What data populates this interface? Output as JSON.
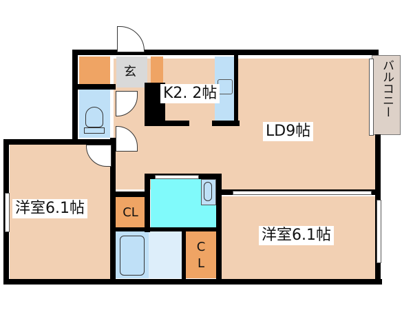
{
  "floorplan": {
    "rooms": {
      "kitchen": {
        "label": "K2. 2帖"
      },
      "ld": {
        "label": "LD9帖"
      },
      "western_room_left": {
        "label": "洋室6.1帖"
      },
      "western_room_right": {
        "label": "洋室6.1帖"
      },
      "entrance": {
        "label": "玄"
      },
      "balcony": {
        "label": "バルコニー"
      },
      "closet_left": {
        "label": "CL"
      },
      "closet_bottom": {
        "label_top": "C",
        "label_bottom": "L"
      }
    },
    "colors": {
      "floor": "#f2d0b3",
      "closet": "#efa464",
      "wet_area": "#bfe0f7",
      "washroom": "#80fafb",
      "entrance": "#d9d9d9",
      "balcony": "#ddd1c8",
      "wall": "#000000"
    }
  }
}
